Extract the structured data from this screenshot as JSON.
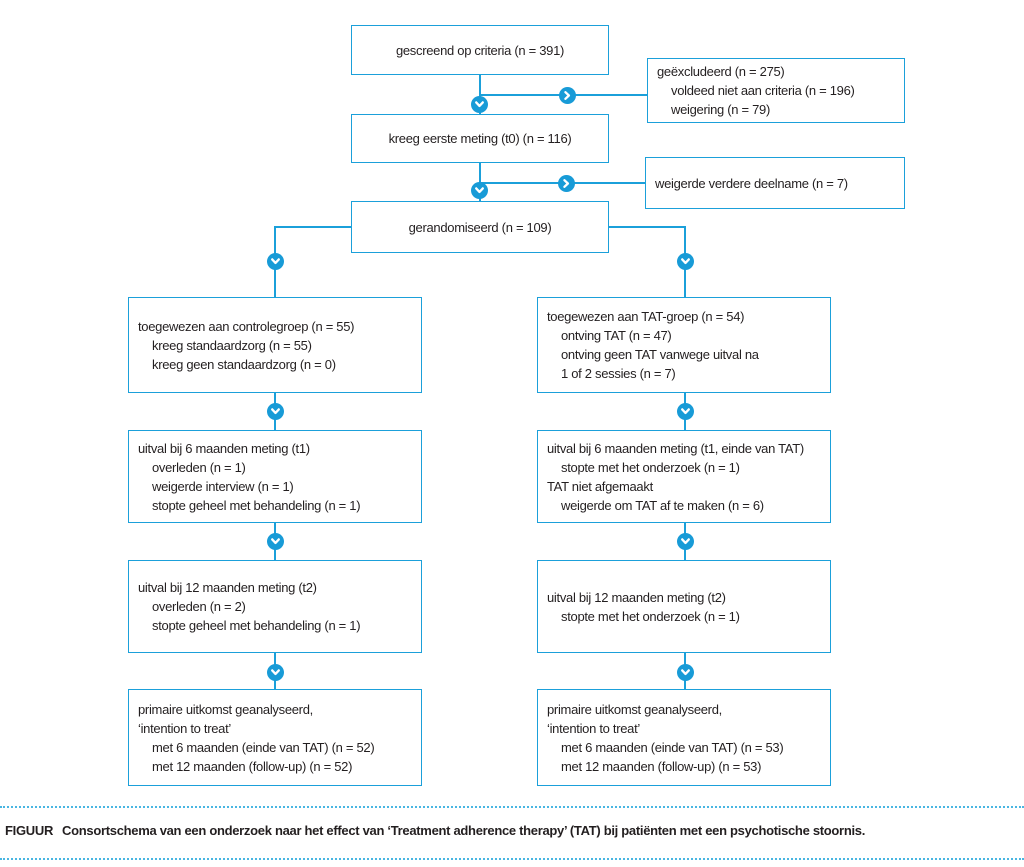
{
  "colors": {
    "line_blue": "#1ba0da",
    "circle_blue": "#189bd7",
    "dotted_blue": "#49b6e2",
    "text": "#231f20"
  },
  "boxes": {
    "screened": {
      "lines": [
        "gescreend op criteria (n = 391)"
      ]
    },
    "excluded": {
      "lines": [
        "geëxcludeerd (n = 275)",
        "voldeed niet aan criteria (n = 196)",
        "weigering (n = 79)"
      ]
    },
    "first_measurement": {
      "lines": [
        "kreeg eerste meting (t0) (n = 116)"
      ]
    },
    "refused_further": {
      "lines": [
        "weigerde verdere deelname (n = 7)"
      ]
    },
    "randomised": {
      "lines": [
        "gerandomiseerd (n = 109)"
      ]
    },
    "control_allocation": {
      "lines": [
        "toegewezen aan controlegroep (n = 55)",
        "kreeg standaardzorg (n = 55)",
        "kreeg geen standaardzorg (n = 0)"
      ]
    },
    "tat_allocation": {
      "lines": [
        "toegewezen aan TAT-groep (n = 54)",
        "ontving TAT (n = 47)",
        "ontving geen TAT vanwege uitval na",
        "1 of 2 sessies (n = 7)"
      ]
    },
    "control_dropout_t1": {
      "lines": [
        "uitval bij 6 maanden meting (t1)",
        "overleden (n = 1)",
        "weigerde interview (n = 1)",
        "stopte geheel met behandeling (n = 1)"
      ]
    },
    "tat_dropout_t1": {
      "lines": [
        "uitval bij 6 maanden meting (t1, einde van TAT)",
        "stopte met het onderzoek (n = 1)",
        "TAT niet afgemaakt",
        "weigerde om TAT af te maken (n = 6)"
      ]
    },
    "control_dropout_t2": {
      "lines": [
        "uitval bij 12 maanden meting (t2)",
        "overleden (n = 2)",
        "stopte geheel met behandeling (n = 1)"
      ]
    },
    "tat_dropout_t2": {
      "lines": [
        "uitval bij 12 maanden meting (t2)",
        "stopte met het onderzoek (n = 1)"
      ]
    },
    "control_analysis": {
      "lines": [
        "primaire uitkomst geanalyseerd,",
        "‘intention to treat’",
        "met 6 maanden (einde van TAT) (n = 52)",
        "met 12 maanden (follow-up) (n = 52)"
      ]
    },
    "tat_analysis": {
      "lines": [
        "primaire uitkomst geanalyseerd,",
        "‘intention to treat’",
        "met 6 maanden (einde van TAT) (n = 53)",
        "met 12 maanden (follow-up) (n = 53)"
      ]
    }
  },
  "caption": {
    "label": "FIGUUR",
    "text": "Consortschema van een onderzoek naar het effect van ‘Treatment adherence therapy’ (TAT) bij patiënten met een psychotische stoornis."
  }
}
